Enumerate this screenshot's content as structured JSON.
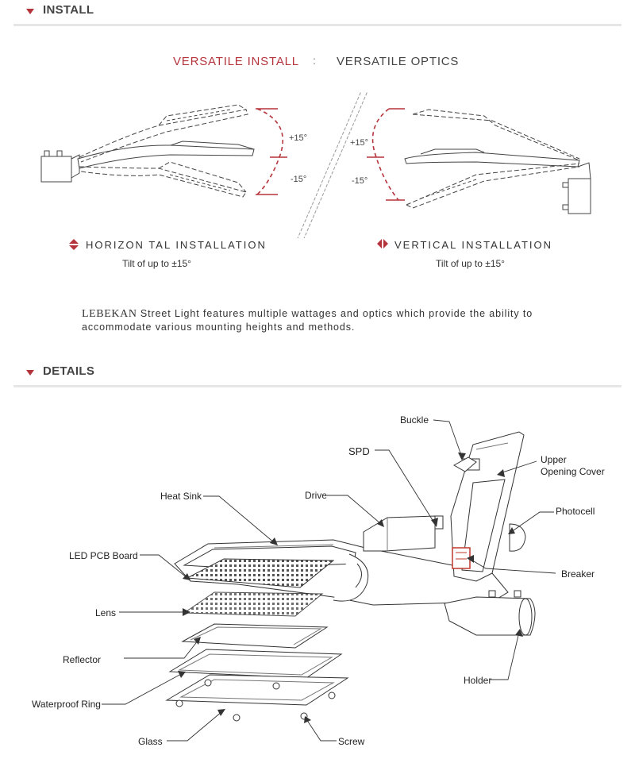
{
  "install": {
    "heading": "INSTALL",
    "versatile_install": "VERSATILE INSTALL",
    "separator": ":",
    "versatile_optics": "VERSATILE OPTICS",
    "left_plus": "+15°",
    "left_minus": "-15°",
    "right_plus": "+15°",
    "right_minus": "-15°",
    "horizontal_title": "HORIZON TAL INSTALLATION",
    "horizontal_sub": "Tilt of  up to ±15°",
    "vertical_title": "VERTICAL INSTALLATION",
    "vertical_sub": "Tilt of up to ±15°",
    "brand": "LEBEKAN",
    "desc_line1": " Street Light features multiple wattages and optics which provide the ability to",
    "desc_line2": "accommodate various mounting heights and methods."
  },
  "details": {
    "heading": "DETAILS",
    "labels": {
      "buckle": "Buckle",
      "spd": "SPD",
      "upper1": "Upper",
      "upper2": "Opening Cover",
      "heat_sink": "Heat Sink",
      "drive": "Drive",
      "photocell": "Photocell",
      "led_pcb": "LED PCB Board",
      "breaker": "Breaker",
      "lens": "Lens",
      "reflector": "Reflector",
      "holder": "Holder",
      "waterproof": "Waterproof Ring",
      "glass": "Glass",
      "screw": "Screw"
    }
  },
  "colors": {
    "accent": "#b5343c",
    "rule": "#e6e6e6",
    "line": "#333333"
  }
}
